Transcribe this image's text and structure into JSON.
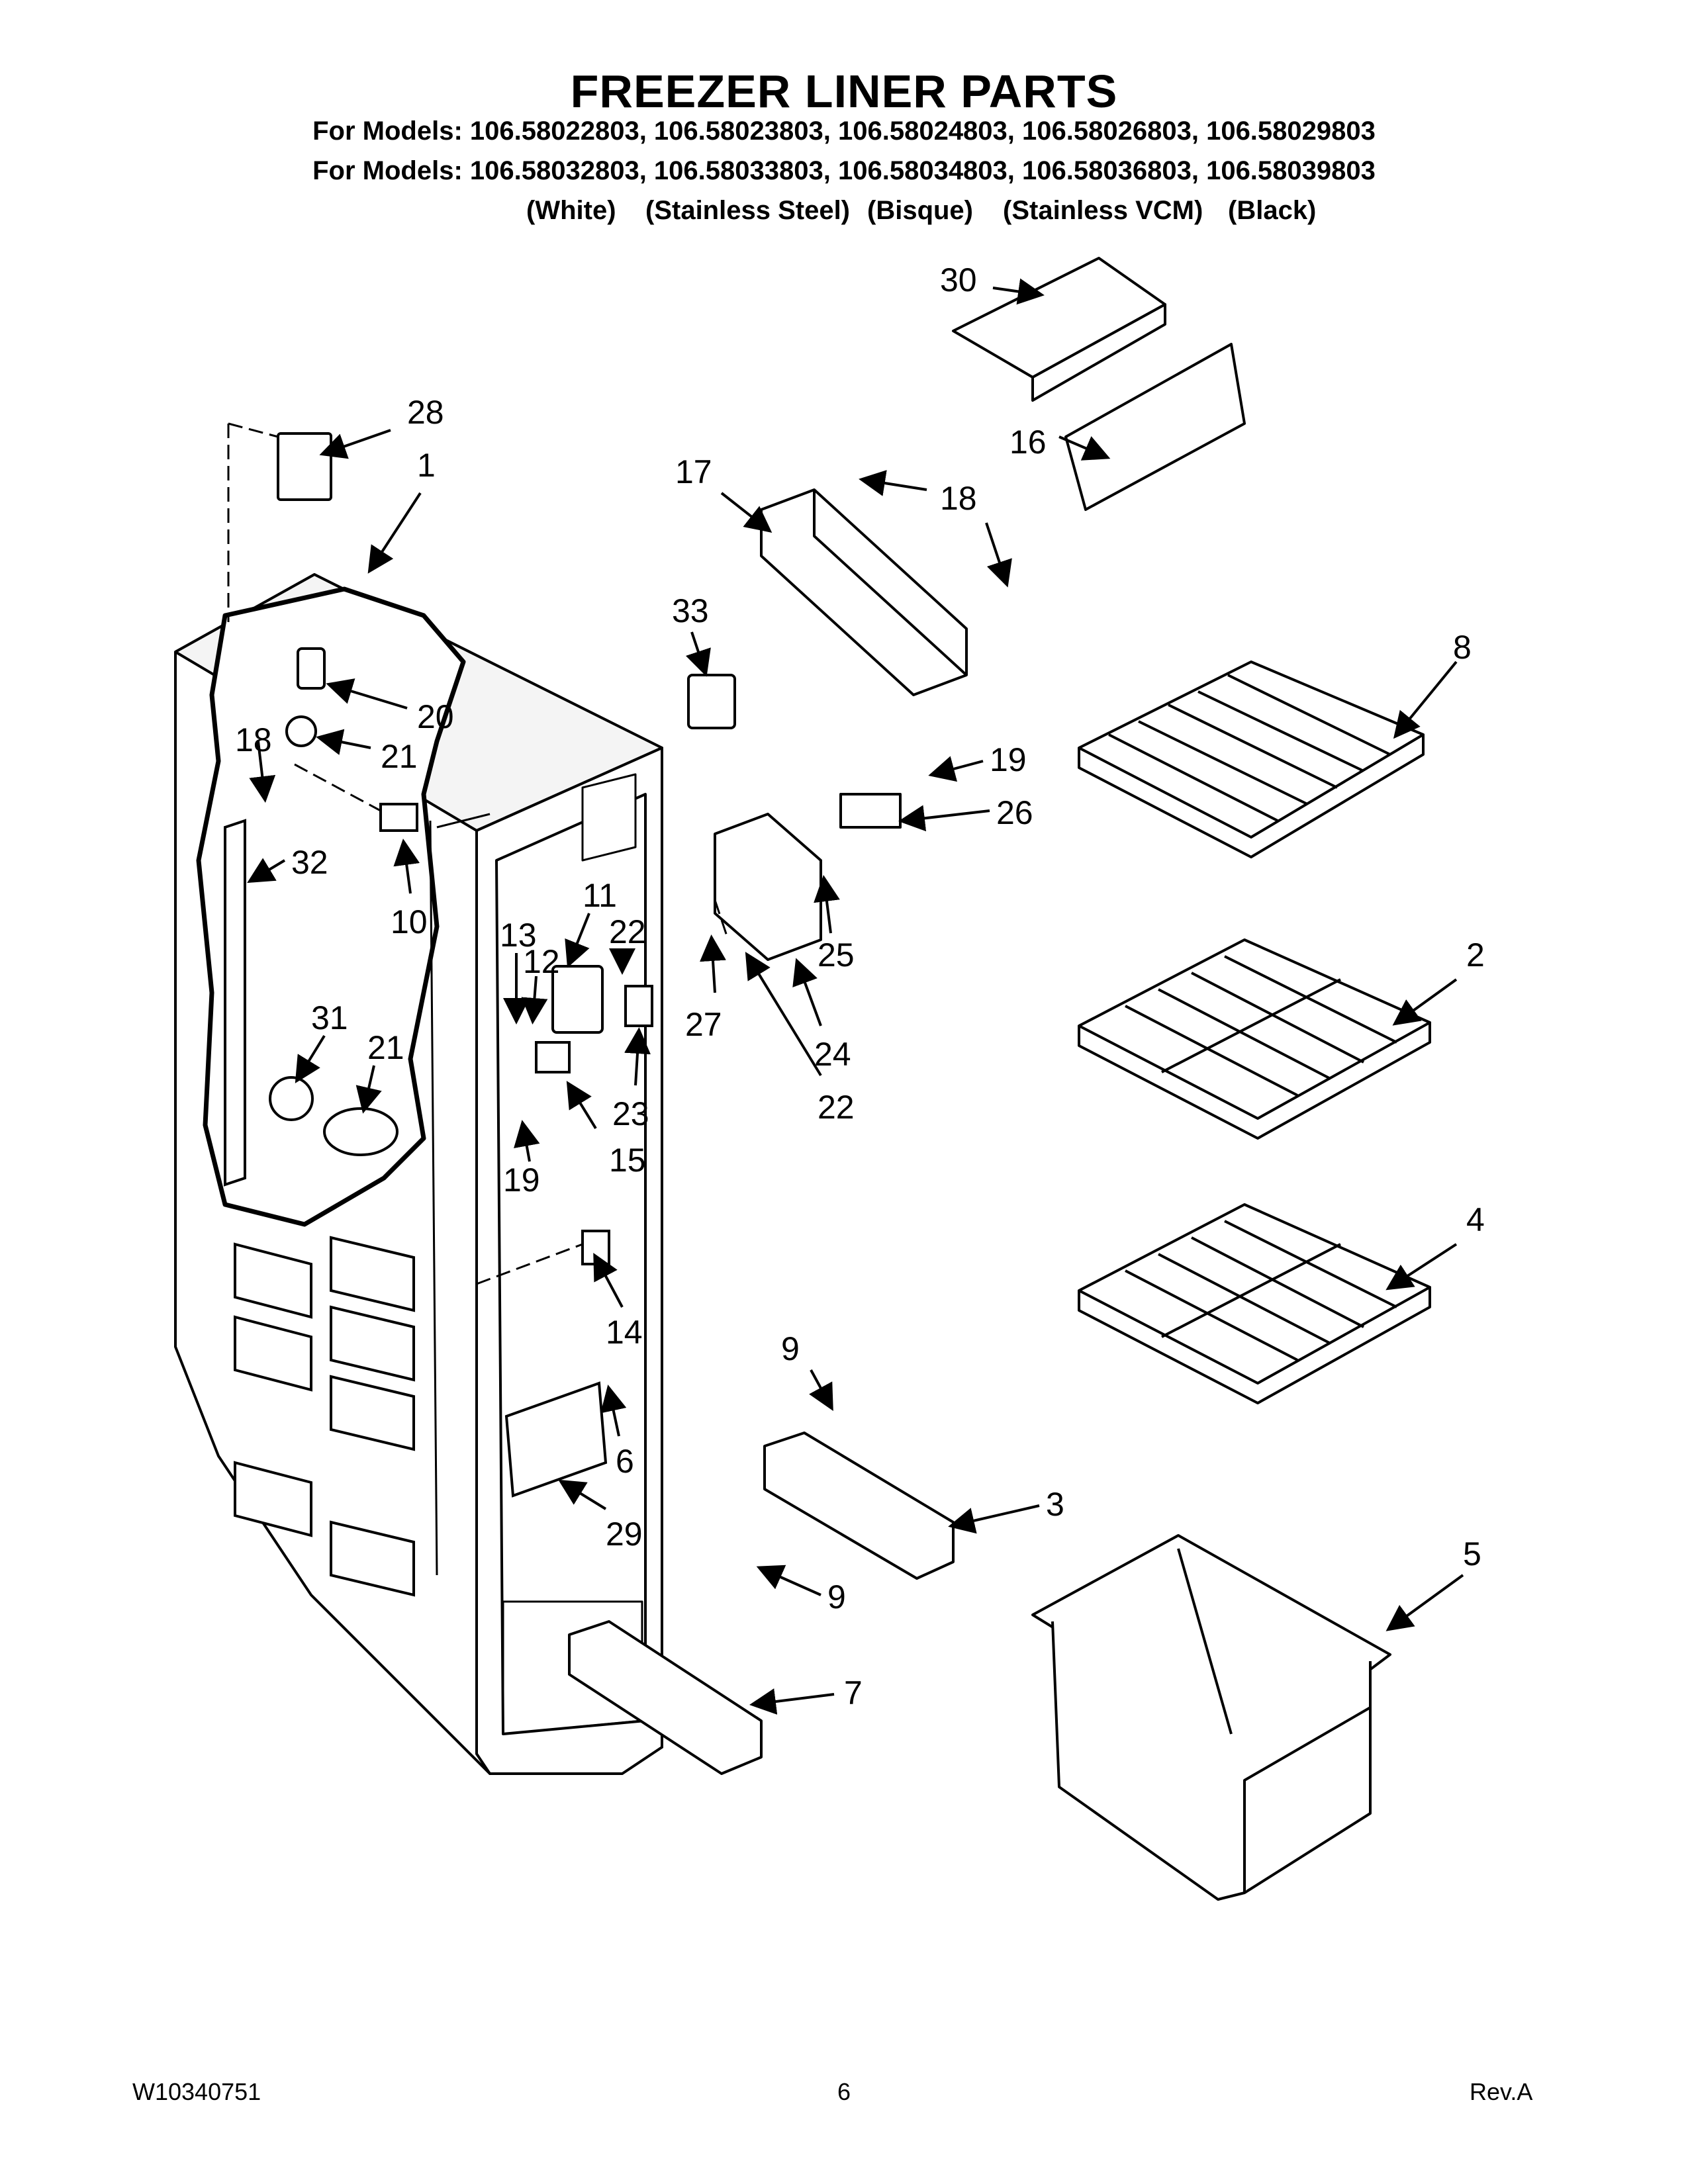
{
  "title": "FREEZER LINER PARTS",
  "models_line_1": "For Models: 106.58022803, 106.58023803, 106.58024803, 106.58026803, 106.58029803",
  "models_line_2": "For Models: 106.58032803, 106.58033803, 106.58034803, 106.58036803, 106.58039803",
  "finishes": [
    "(White)",
    "(Stainless Steel)",
    "(Bisque)",
    "(Stainless VCM)",
    "(Black)"
  ],
  "callouts": [
    "30",
    "28",
    "1",
    "16",
    "17",
    "18",
    "18",
    "33",
    "8",
    "20",
    "21",
    "18",
    "32",
    "10",
    "19",
    "26",
    "11",
    "22",
    "13",
    "12",
    "25",
    "27",
    "24",
    "2",
    "31",
    "21",
    "22",
    "23",
    "15",
    "19",
    "14",
    "4",
    "9",
    "6",
    "3",
    "29",
    "5",
    "9",
    "7"
  ],
  "footer": {
    "doc_number": "W10340751",
    "page": "6",
    "revision": "Rev.A"
  }
}
